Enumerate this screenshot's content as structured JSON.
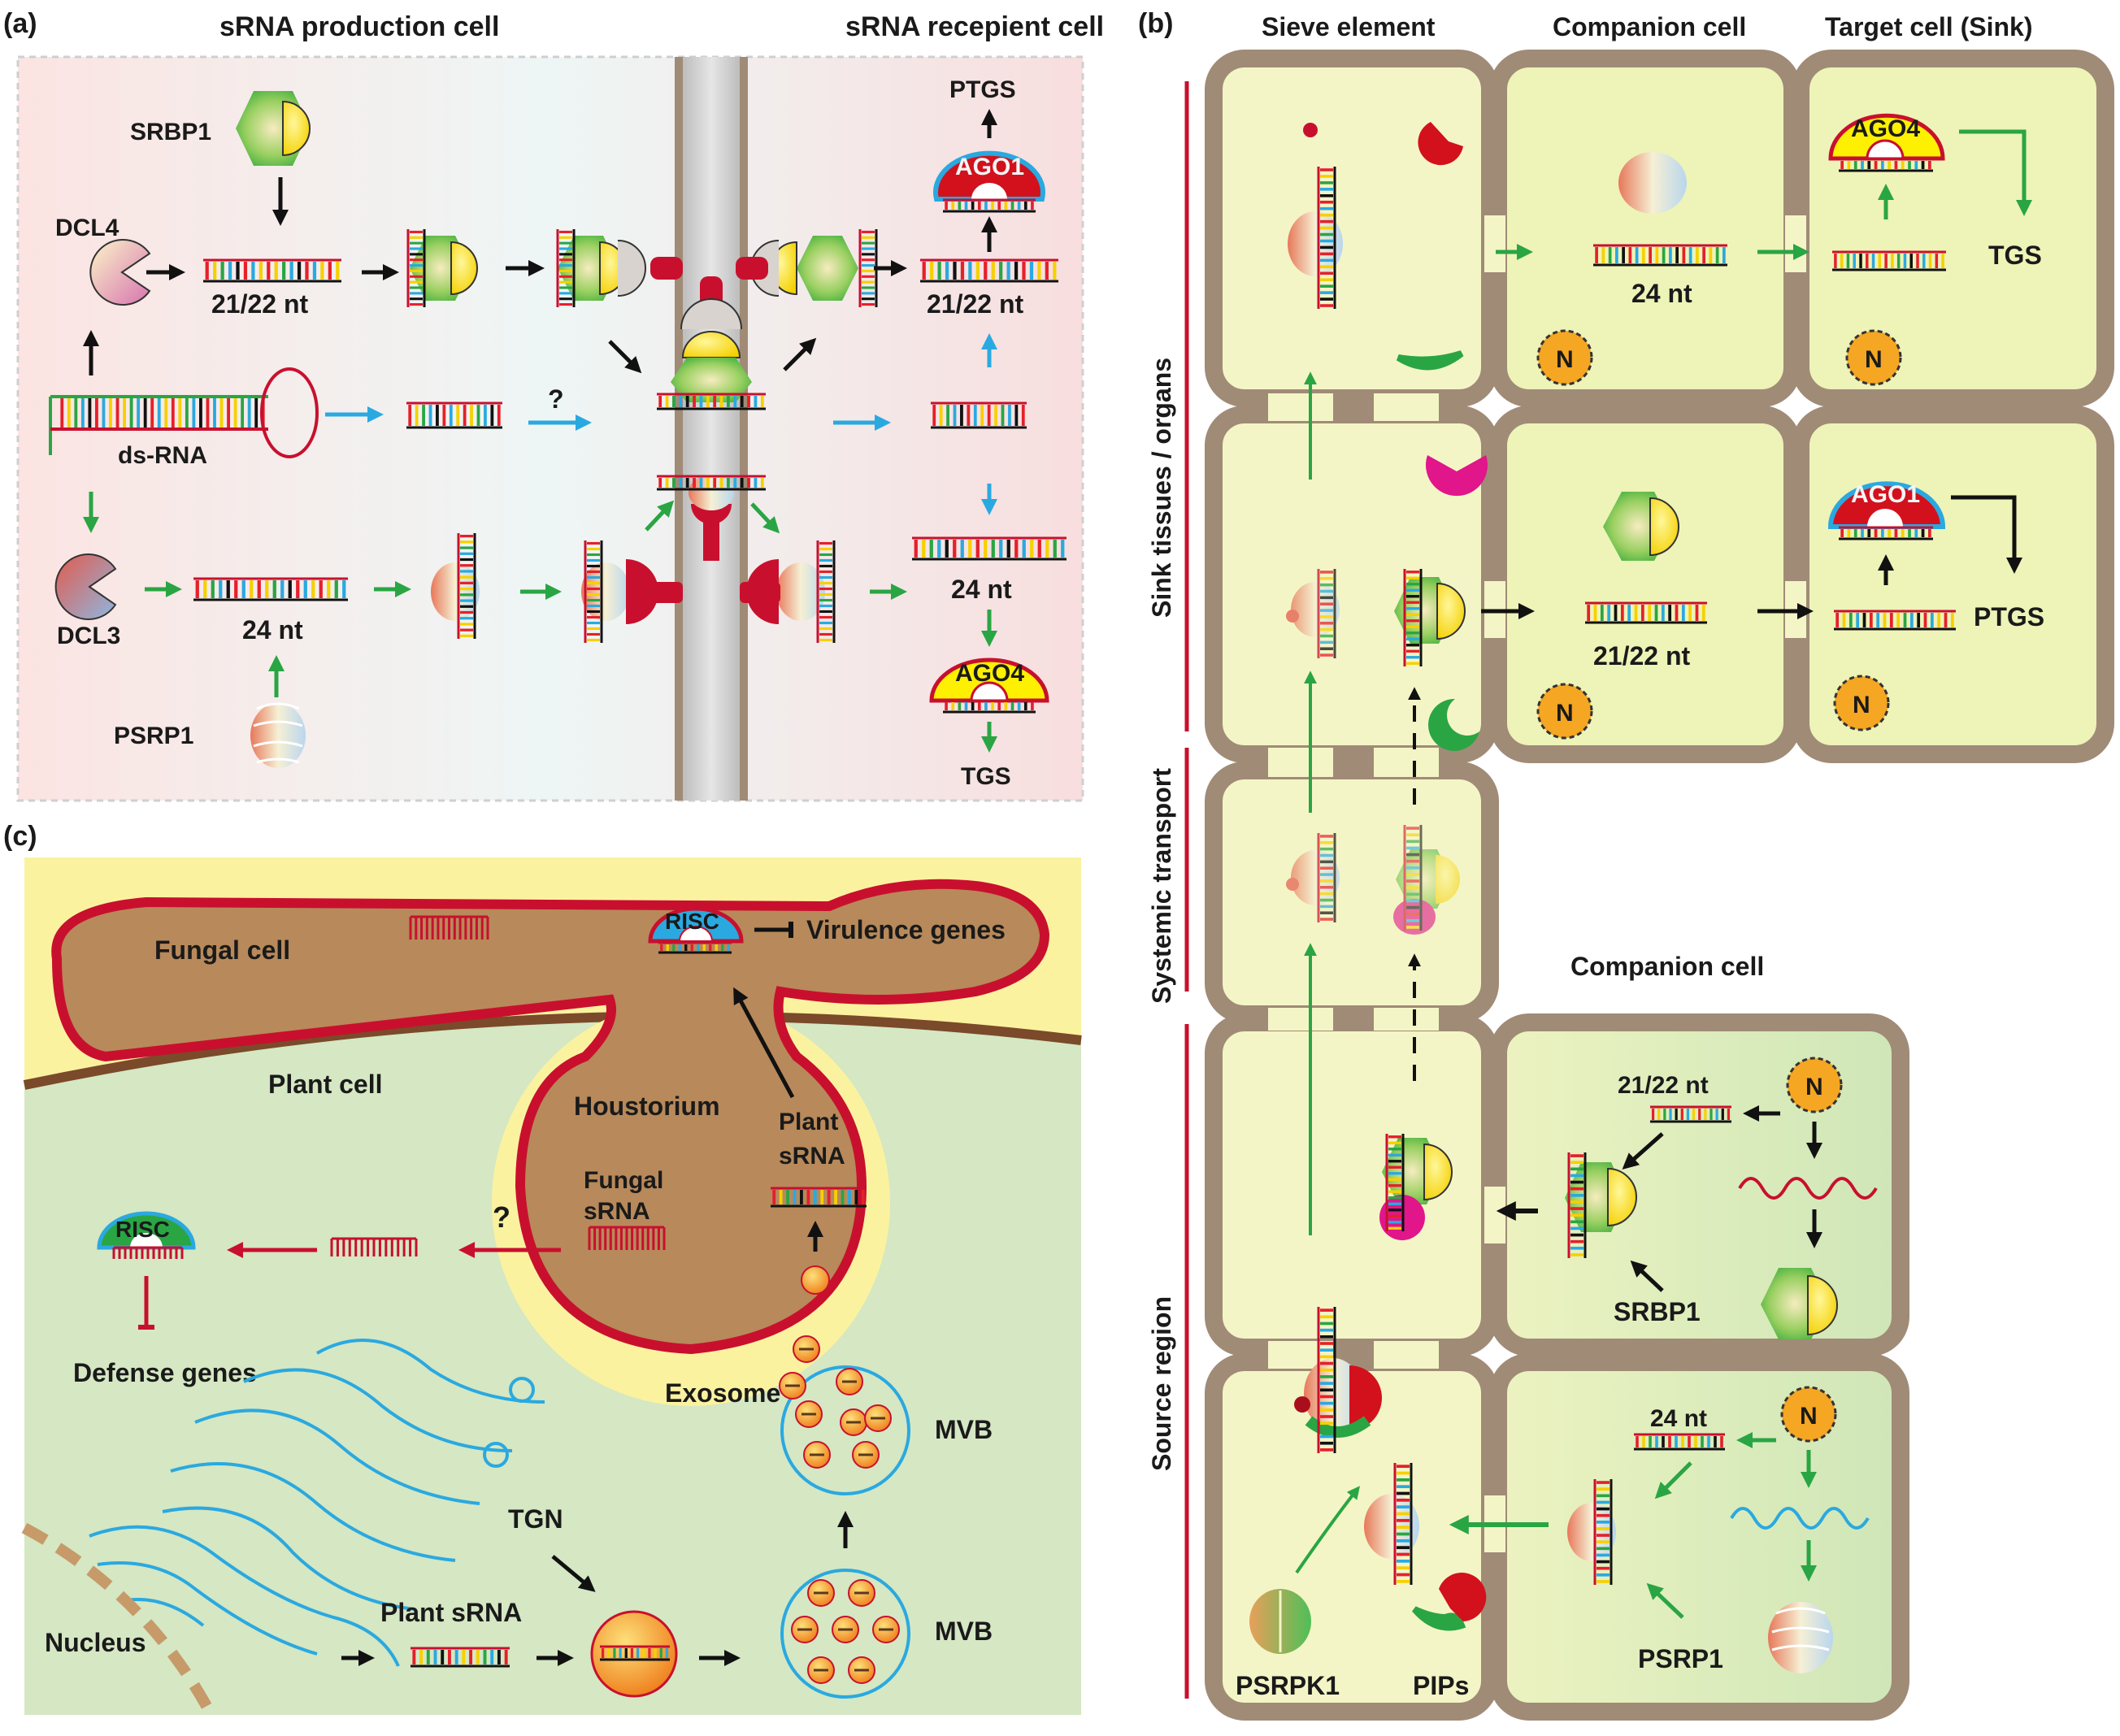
{
  "panel_a": {
    "label": "(a)",
    "header_left": "sRNA production cell",
    "header_right": "sRNA recepient cell",
    "srbp1": "SRBP1",
    "dcl4": "DCL4",
    "dcl3": "DCL3",
    "dsrna": "ds-RNA",
    "nt2122_left": "21/22 nt",
    "nt2122_right": "21/22 nt",
    "nt24_left": "24 nt",
    "nt24_right": "24 nt",
    "psrp1": "PSRP1",
    "ptgs": "PTGS",
    "tgs": "TGS",
    "ago1": "AGO1",
    "ago4": "AGO4",
    "question": "?"
  },
  "panel_b": {
    "label": "(b)",
    "col_sieve": "Sieve element",
    "col_companion": "Companion cell",
    "col_target": "Target cell (Sink)",
    "side_sink": "Sink tissues / organs",
    "side_transport": "Systemic transport",
    "side_source": "Source region",
    "companion_source": "Companion cell",
    "nt24_sink": "24 nt",
    "nt2122_sink": "21/22 nt",
    "tgs": "TGS",
    "ptgs": "PTGS",
    "ago4": "AGO4",
    "ago1": "AGO1",
    "nucleus": "N",
    "nt2122_source": "21/22 nt",
    "nt24_source": "24 nt",
    "srbp1": "SRBP1",
    "psrp1": "PSRP1",
    "psrpk1": "PSRPK1",
    "pips": "PIPs"
  },
  "panel_c": {
    "label": "(c)",
    "fungal_cell": "Fungal cell",
    "plant_cell": "Plant cell",
    "risc_top": "RISC",
    "risc_left": "RISC",
    "virulence": "Virulence genes",
    "defense": "Defense genes",
    "houstorium": "Houstorium",
    "fungal_srna_1": "Fungal",
    "fungal_srna_2": "sRNA",
    "plant_srna_top_1": "Plant",
    "plant_srna_top_2": "sRNA",
    "plant_srna_bottom": "Plant sRNA",
    "exosome": "Exosome",
    "mvb_top": "MVB",
    "mvb_bottom": "MVB",
    "tgn": "TGN",
    "nucleus": "Nucleus",
    "question": "?"
  },
  "colors": {
    "red": "#c8102e",
    "green": "#2aa544",
    "blue": "#2aa9e0",
    "black": "#111111",
    "cell_wall": "#a08b77",
    "cell_fill": "#f3f3c6",
    "fungal": "#b8895a",
    "plant_bg": "#d5e7c3",
    "yellow_bg": "#fbf2a0"
  }
}
